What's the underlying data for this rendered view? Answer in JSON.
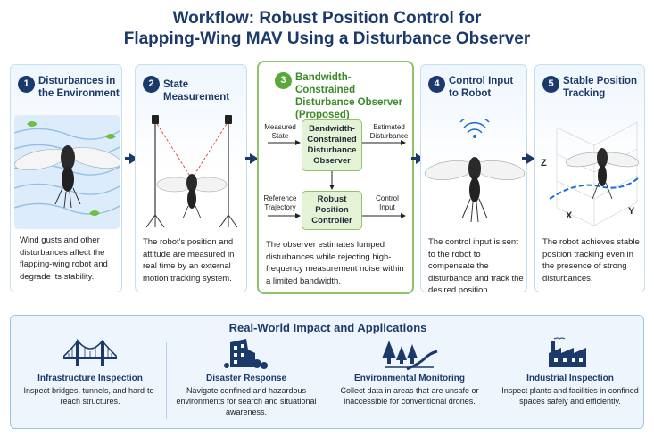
{
  "title": {
    "line1": "Workflow: Robust Position Control for",
    "line2": "Flapping-Wing MAV Using a Disturbance Observer"
  },
  "steps": [
    {
      "number": "1",
      "heading": "Disturbances in the Environment",
      "description": "Wind gusts and other disturbances affect the flapping-wing robot and degrade its stability."
    },
    {
      "number": "2",
      "heading": "State Measurement",
      "description": "The robot's position and attitude are measured in real time by an external motion tracking system."
    },
    {
      "number": "3",
      "heading": "Bandwidth-Constrained Disturbance Observer (Proposed)",
      "description": "The observer estimates lumped disturbances while rejecting high-frequency measurement noise within a limited bandwidth."
    },
    {
      "number": "4",
      "heading": "Control Input to Robot",
      "description": "The control input is sent to the robot to compensate the disturbance and track the desired position."
    },
    {
      "number": "5",
      "heading": "Stable Position Tracking",
      "description": "The robot achieves stable position tracking even in the presence of strong disturbances."
    }
  ],
  "observer_diagram": {
    "box1": "Bandwidth-Constrained Disturbance Observer",
    "box2": "Robust Position Controller",
    "in1": "Measured State",
    "out1": "Estimated Disturbance",
    "in2": "Reference Trajectory",
    "out2": "Control Input"
  },
  "axes_labels": {
    "z": "Z",
    "x": "X",
    "y": "Y"
  },
  "applications": {
    "title": "Real-World Impact and Applications",
    "items": [
      {
        "icon": "bridge-icon",
        "heading": "Infrastructure Inspection",
        "description": "Inspect bridges, tunnels, and hard-to-reach structures."
      },
      {
        "icon": "rubble-icon",
        "heading": "Disaster Response",
        "description": "Navigate confined and hazardous environments for search and situational awareness."
      },
      {
        "icon": "forest-river-icon",
        "heading": "Environmental Monitoring",
        "description": "Collect data in areas that are unsafe or inaccessible for conventional drones."
      },
      {
        "icon": "factory-icon",
        "heading": "Industrial Inspection",
        "description": "Inspect plants and facilities in confined spaces safely and efficiently."
      }
    ]
  },
  "colors": {
    "navy": "#1b3a6b",
    "green": "#5aa83a",
    "light_green": "#e4f2d6",
    "light_blue": "#eef5fc"
  }
}
